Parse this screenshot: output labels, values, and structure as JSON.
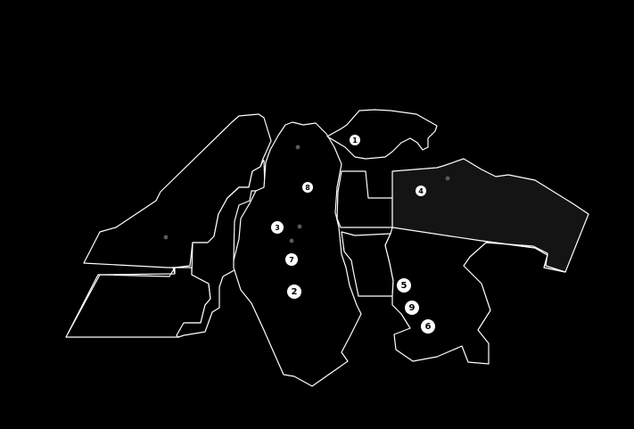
{
  "colors": {
    "background": "#000000",
    "region_stroke": "#ffffff",
    "region_fill": "#000000",
    "highlight_fill": "#141414",
    "marker_fill": "#ffffff",
    "marker_text": "#000000",
    "centroid_dot": "#5a5a5a"
  },
  "regions": [
    {
      "id": "far-west-upper",
      "highlighted": false
    },
    {
      "id": "far-west-lower",
      "highlighted": false
    },
    {
      "id": "west-stepped",
      "highlighted": false
    },
    {
      "id": "central",
      "highlighted": false
    },
    {
      "id": "north",
      "highlighted": false
    },
    {
      "id": "mid-upper",
      "highlighted": false
    },
    {
      "id": "mid-lower",
      "highlighted": false
    },
    {
      "id": "east",
      "highlighted": true
    },
    {
      "id": "south-east",
      "highlighted": false
    }
  ],
  "markers": [
    {
      "label": "1"
    },
    {
      "label": "2"
    },
    {
      "label": "3"
    },
    {
      "label": "4"
    },
    {
      "label": "5"
    },
    {
      "label": "6"
    },
    {
      "label": "7"
    },
    {
      "label": "8"
    },
    {
      "label": "9"
    }
  ]
}
